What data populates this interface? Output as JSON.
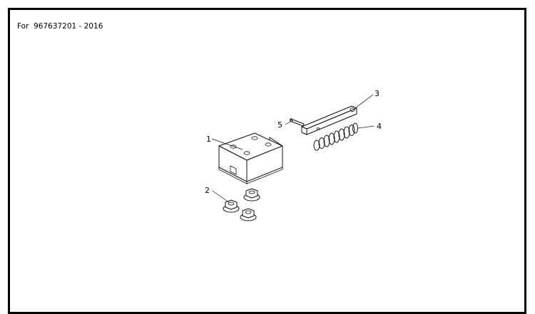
{
  "header": {
    "label": "For",
    "model": "967637201 - 2016"
  },
  "callouts": [
    {
      "id": "1",
      "text": "1"
    },
    {
      "id": "2",
      "text": "2"
    },
    {
      "id": "3",
      "text": "3"
    },
    {
      "id": "4",
      "text": "4"
    },
    {
      "id": "5",
      "text": "5"
    }
  ],
  "colors": {
    "border": "#000000",
    "line": "#111111",
    "background": "#ffffff"
  }
}
